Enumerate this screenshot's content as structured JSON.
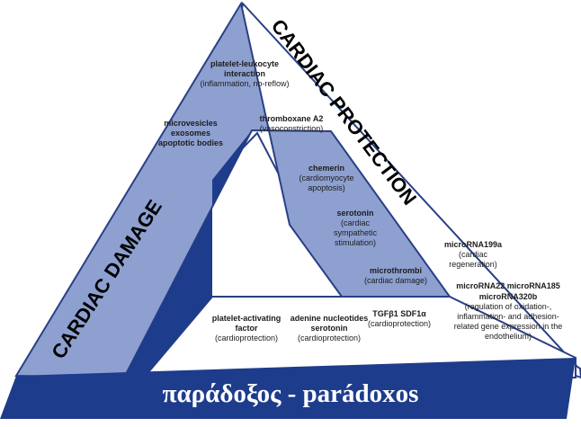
{
  "sides": {
    "damage_title": "CARDIAC DAMAGE",
    "protection_title": "CARDIAC PROTECTION"
  },
  "banner": "παράδοξος - parádoxos",
  "damage_items": [
    {
      "title": "platelet-leukocyte interaction",
      "sub": "(inflammation, no-reflow)"
    },
    {
      "title": "microvesicles exosomes apoptotic bodies",
      "sub": ""
    },
    {
      "title": "thromboxane A2",
      "sub": "(vasoconstriction)"
    },
    {
      "title": "chemerin",
      "sub": "(cardiomyocyte apoptosis)"
    },
    {
      "title": "serotonin",
      "sub": "(cardiac sympathetic stimulation)"
    },
    {
      "title": "microthrombi",
      "sub": "(cardiac damage)"
    }
  ],
  "protection_items": [
    {
      "title": "microRNA199a",
      "sub": "(cardiac regeneration)"
    },
    {
      "title": "microRNA22 microRNA185 microRNA320b",
      "sub": "(regulation of oxidation-, inflammation- and adhesion-related gene expression in the endothelium)"
    },
    {
      "title": "platelet-activating factor",
      "sub": "(cardioprotection)"
    },
    {
      "title": "adenine nucleotides serotonin",
      "sub": "(cardioprotection)"
    },
    {
      "title": "TGFβ1 SDF1α",
      "sub": "(cardioprotection)"
    }
  ],
  "colors": {
    "dark_blue": "#1e3c8c",
    "light_blue": "#8da0d0",
    "outline": "#2a3f86"
  }
}
